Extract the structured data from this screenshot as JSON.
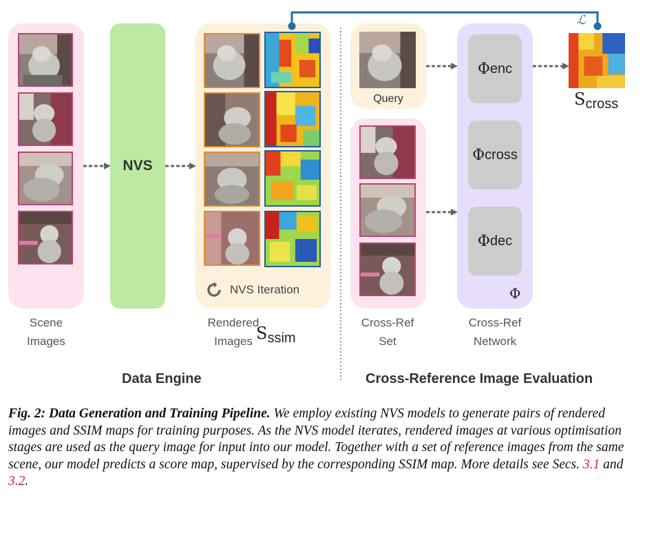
{
  "diagram": {
    "scene_images_label": "Scene Images",
    "nvs_block": "NVS",
    "nvs_iteration": "NVS Iteration",
    "rendered_images_label": "Rendered Images",
    "s_ssim": {
      "symbol": "S",
      "sub": "ssim"
    },
    "query_label": "Query",
    "cross_ref_set_label": "Cross-Ref Set",
    "cross_ref_network_label": "Cross-Ref Network",
    "phi_enc": {
      "symbol": "Φ",
      "sub": "enc"
    },
    "phi_cross": {
      "symbol": "Φ",
      "sub": "cross"
    },
    "phi_dec": {
      "symbol": "Φ",
      "sub": "dec"
    },
    "phi_network": "Φ",
    "s_cross": {
      "symbol": "S",
      "sub": "cross"
    },
    "loss": "ℒ",
    "section_left": "Data Engine",
    "section_right": "Cross-Reference Image Evaluation"
  },
  "colors": {
    "scene_panel": "#fde3ef",
    "nvs_block": "#bde9a3",
    "rendered_panel": "#fdf1dc",
    "query_panel": "#fdf1dc",
    "crossref_panel": "#fde3ef",
    "network_panel": "#e7defb",
    "phi_box": "#cccccc",
    "loss_line": "#1f6fa8",
    "arrow": "#666666",
    "ref_red": "#d0202a"
  },
  "caption": {
    "title": "Fig. 2: Data Generation and Training Pipeline.",
    "text": " We employ existing NVS models to generate pairs of rendered images and SSIM maps for training purposes. As the NVS model iterates, rendered images at various optimisation stages are used as the query image for input into our model. Together with a set of reference images from the same scene, our model predicts a score map, supervised by the corresponding SSIM map. More details see Secs. ",
    "ref1": "3.1",
    "and": " and ",
    "ref2": "3.2",
    "end": "."
  }
}
